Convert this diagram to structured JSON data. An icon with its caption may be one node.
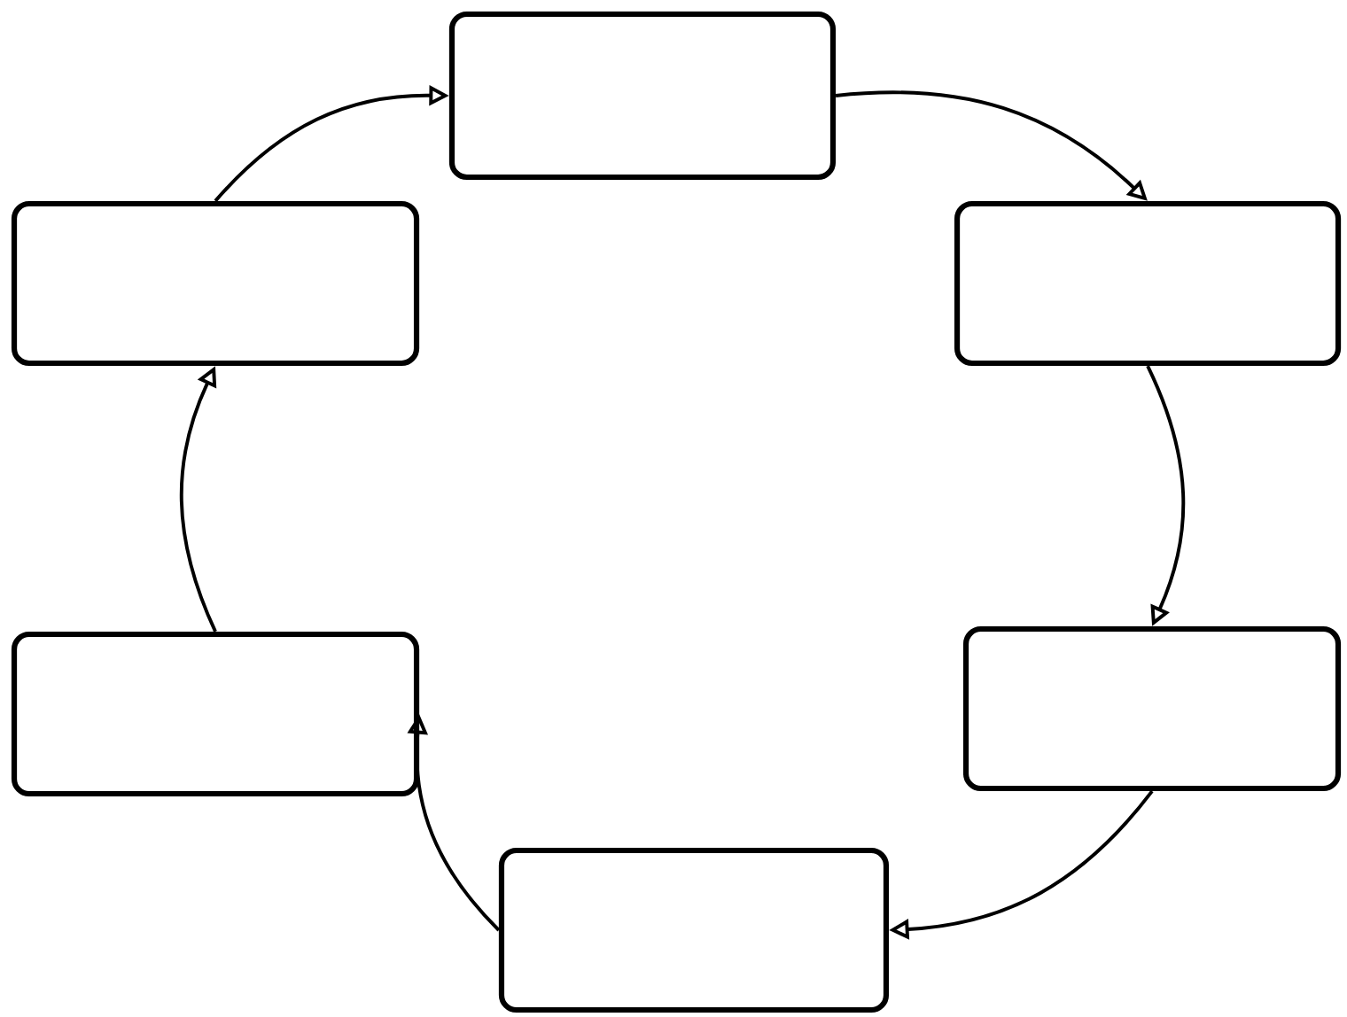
{
  "diagram": {
    "nodes": [
      {
        "text": [],
        "shape": "box"
      },
      {
        "text": [],
        "shape": "box"
      },
      {
        "text": [],
        "shape": "box"
      },
      {
        "text": [],
        "shape": "box"
      },
      {
        "text": [],
        "shape": "box"
      },
      {
        "text": [],
        "shape": "box"
      }
    ],
    "edges": [
      {
        "from": 0,
        "to": 1,
        "arrow": "to"
      },
      {
        "from": 1,
        "to": 2,
        "arrow": "to"
      },
      {
        "from": 2,
        "to": 3,
        "arrow": "to"
      },
      {
        "from": 3,
        "to": 4,
        "arrow": "to"
      },
      {
        "from": 4,
        "to": 5,
        "arrow": "to"
      },
      {
        "from": 5,
        "to": 0,
        "arrow": "to"
      }
    ]
  }
}
